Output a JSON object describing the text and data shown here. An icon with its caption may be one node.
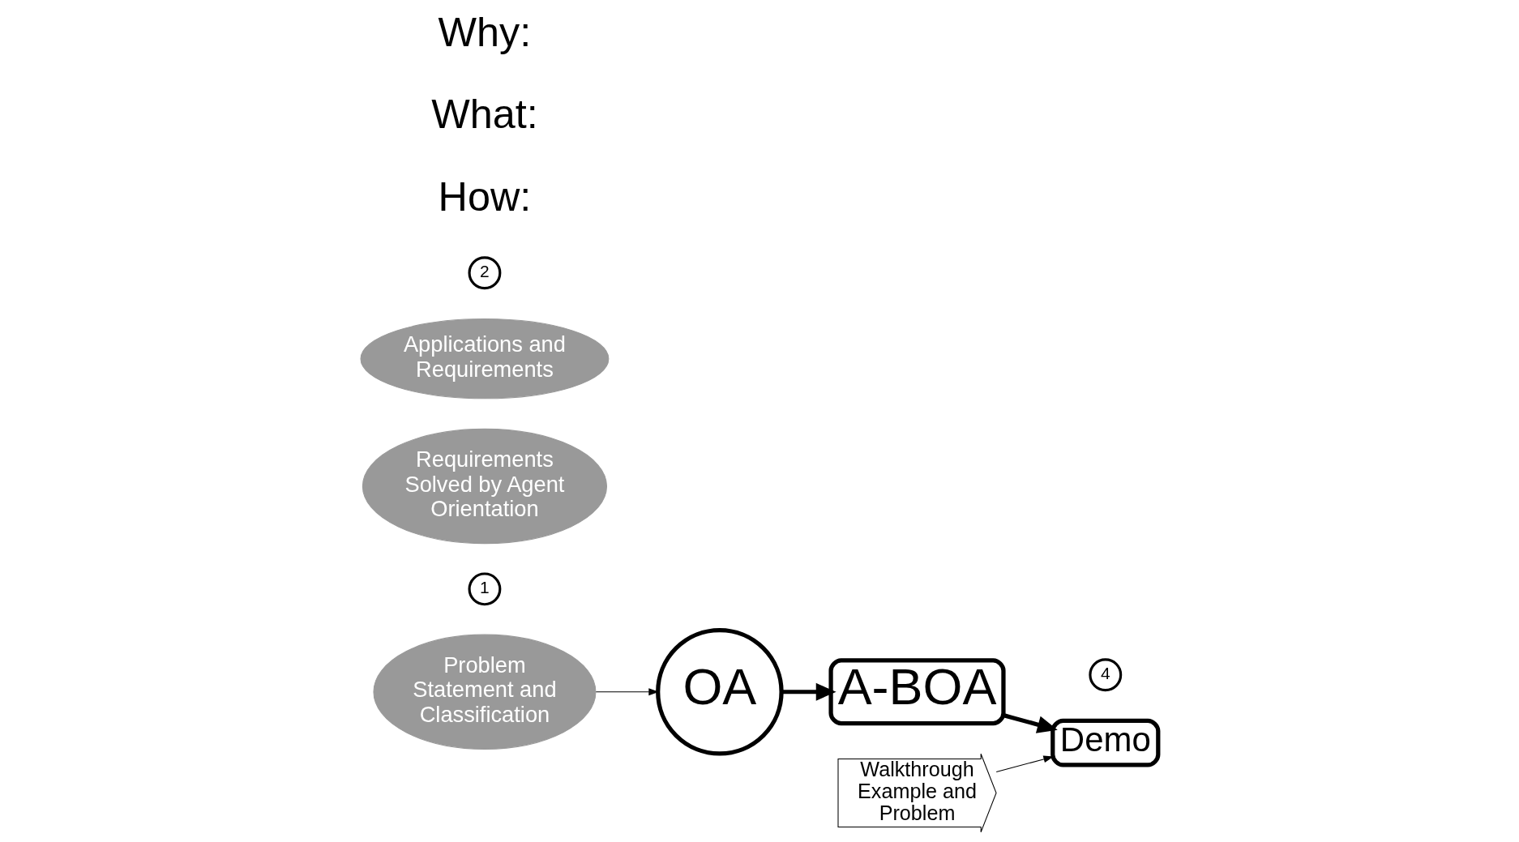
{
  "diagram": {
    "nodes": [
      {
        "text": [
          "Problem Statement and Classification"
        ],
        "beside": [
          "1"
        ]
      },
      {
        "text": [
          "OA"
        ]
      },
      {
        "text": [
          "A-BOA"
        ]
      },
      {
        "text": [
          "Demo"
        ],
        "beside": [
          "4"
        ]
      },
      {
        "text": [
          "Requirements Solved by Agent Orientation"
        ]
      },
      {
        "text": [
          "Applications and Requirements"
        ],
        "beside": [
          "2"
        ]
      },
      {
        "text": [
          "Walkthrough Example and Problem"
        ]
      }
    ],
    "edges": [
      {
        "from": 0,
        "to": 1,
        "arrow": "to"
      },
      {
        "from": 1,
        "to": 2,
        "arrow": "to",
        "style": "thick"
      },
      {
        "from": 2,
        "to": 3,
        "arrow": "to",
        "style": "thick"
      },
      {
        "from": 6,
        "to": 3,
        "arrow": "to"
      }
    ],
    "labels": [
      "How:",
      "What:",
      "Why:"
    ]
  }
}
